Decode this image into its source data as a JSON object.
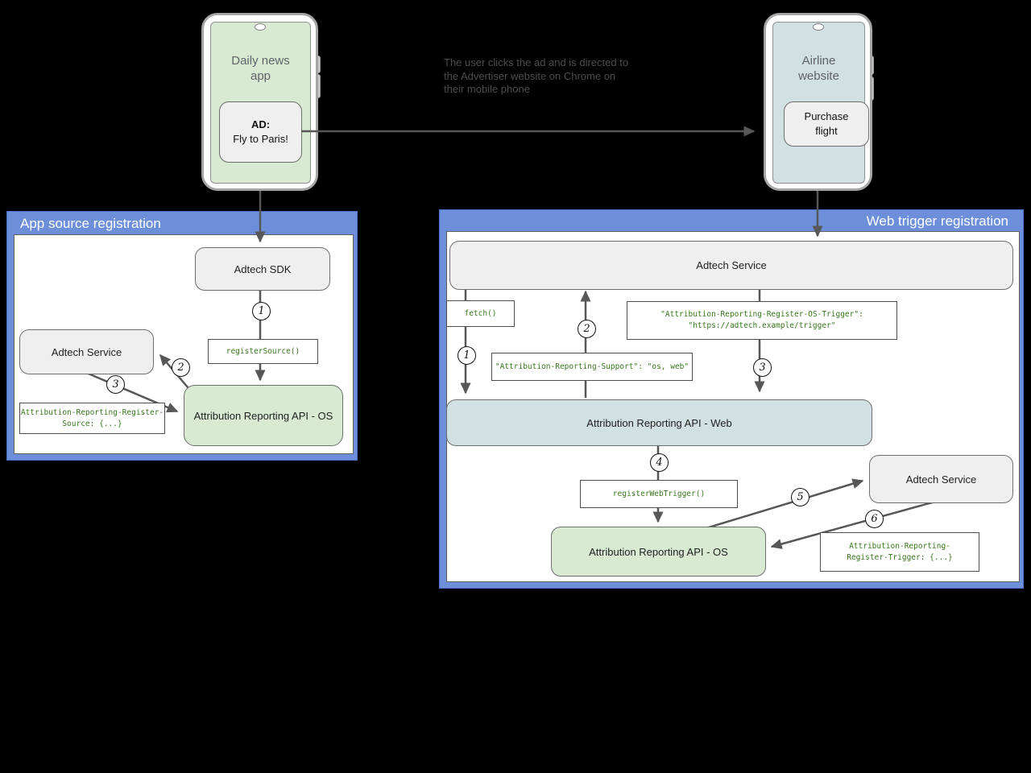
{
  "phones": {
    "left": {
      "title": "Daily news\napp",
      "ad_title": "AD:",
      "ad_text": "Fly to Paris!"
    },
    "right": {
      "title": "Airline\nwebsite",
      "button": "Purchase\nflight"
    }
  },
  "annotation": "The user clicks the ad and is directed to\nthe Advertiser website on Chrome on\ntheir mobile phone",
  "app_source_panel": {
    "title": "App source registration",
    "adtech_sdk": "Adtech SDK",
    "adtech_service": "Adtech Service",
    "register_source": "registerSource()",
    "api_os": "Attribution Reporting API - OS",
    "register_source_header": "Attribution-Reporting-Register-\nSource: {...}",
    "steps": [
      "1",
      "2",
      "3"
    ]
  },
  "web_trigger_panel": {
    "title": "Web trigger registration",
    "adtech_service_top": "Adtech Service",
    "fetch": "fetch()",
    "os_trigger_header": "\"Attribution-Reporting-Register-OS-Trigger\":\n\"https://adtech.example/trigger\"",
    "support_header": "\"Attribution-Reporting-Support\": \"os, web\"",
    "api_web": "Attribution Reporting API - Web",
    "register_web_trigger": "registerWebTrigger()",
    "api_os": "Attribution Reporting API - OS",
    "adtech_service_right": "Adtech Service",
    "register_trigger_header": "Attribution-Reporting-\nRegister-Trigger: {...}",
    "steps": [
      "1",
      "2",
      "3",
      "4",
      "5",
      "6"
    ]
  },
  "colors": {
    "panel_blue": "#6d8fda",
    "box_green": "#d9ead3",
    "box_blue": "#d0e0e3",
    "box_gray": "#efefef",
    "code_green": "#38761d",
    "arrow_gray": "#575757"
  }
}
